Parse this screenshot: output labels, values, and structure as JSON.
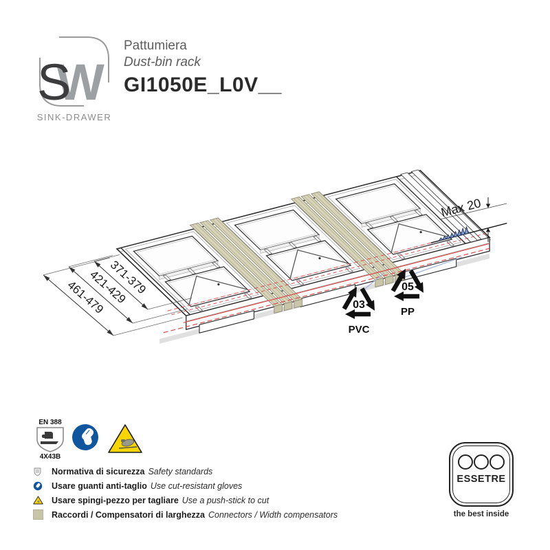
{
  "header": {
    "logo": {
      "letter_s": "S",
      "letter_w": "W",
      "brand": "SINK-DRAWER"
    },
    "product": {
      "name_it": "Pattumiera",
      "name_en": "Dust-bin rack",
      "code": "GI1050E_L0V__"
    }
  },
  "drawing": {
    "width_ranges": [
      "371-379",
      "421-429",
      "461-479"
    ],
    "panel_note": "Max 20",
    "materials": [
      {
        "code": "03",
        "name": "PVC"
      },
      {
        "code": "05",
        "name": "PP"
      }
    ]
  },
  "safety": {
    "en388": {
      "standard": "EN 388",
      "rating": "4X43B"
    },
    "icons": [
      "en388-glove-shield-icon",
      "mandatory-wear-gloves-icon",
      "warning-cut-hazard-icon"
    ]
  },
  "legend": {
    "rows": [
      {
        "icon": "safety-standards-icon",
        "it": "Normativa di sicurezza",
        "en": "Safety standards"
      },
      {
        "icon": "wear-gloves-icon",
        "it": "Usare guanti anti-taglio",
        "en": "Use cut-resistant gloves"
      },
      {
        "icon": "cut-hazard-icon",
        "it": "Usare spingi-pezzo per tagliare",
        "en": "Use a push-stick to cut"
      },
      {
        "icon": "connector-swatch",
        "it": "Raccordi / Compensatori di larghezza",
        "en": "Connectors / Width compensators"
      }
    ]
  },
  "footer": {
    "brand": "ESSETRE",
    "tagline": "the best inside"
  },
  "colors": {
    "accent_red": "#d94545",
    "connector_tan": "#d9d5ba",
    "connector_tan_dark": "#c9c5a8",
    "wedge_blue": "#7da3d8",
    "leader_blue": "#9fb3d6",
    "mandatory_blue": "#10569f",
    "warning_yellow": "#f6d500",
    "swatch_beige": "#c8c5a8",
    "outline_dark": "#2b2b2b"
  }
}
